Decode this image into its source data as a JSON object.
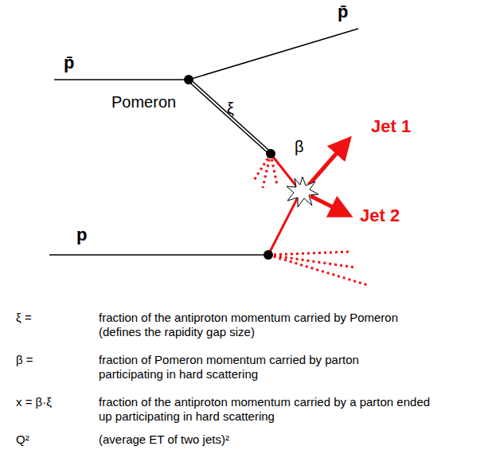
{
  "diagram": {
    "labels": [
      "p̄",
      "p̄",
      "Pomeron",
      "ξ",
      "β",
      "Jet 1",
      "Jet 2",
      "p",
      "ξ =",
      "fraction of the antiproton momentum carried by Pomeron (defines the rapidity gap size)",
      "β =",
      "fraction of Pomeron momentum carried by parton participating in hard scattering",
      "x = β·ξ",
      "fraction of the antiproton momentum carried by a parton ended up participating in hard scattering",
      "Q²",
      "(average ET of two jets)²"
    ]
  }
}
